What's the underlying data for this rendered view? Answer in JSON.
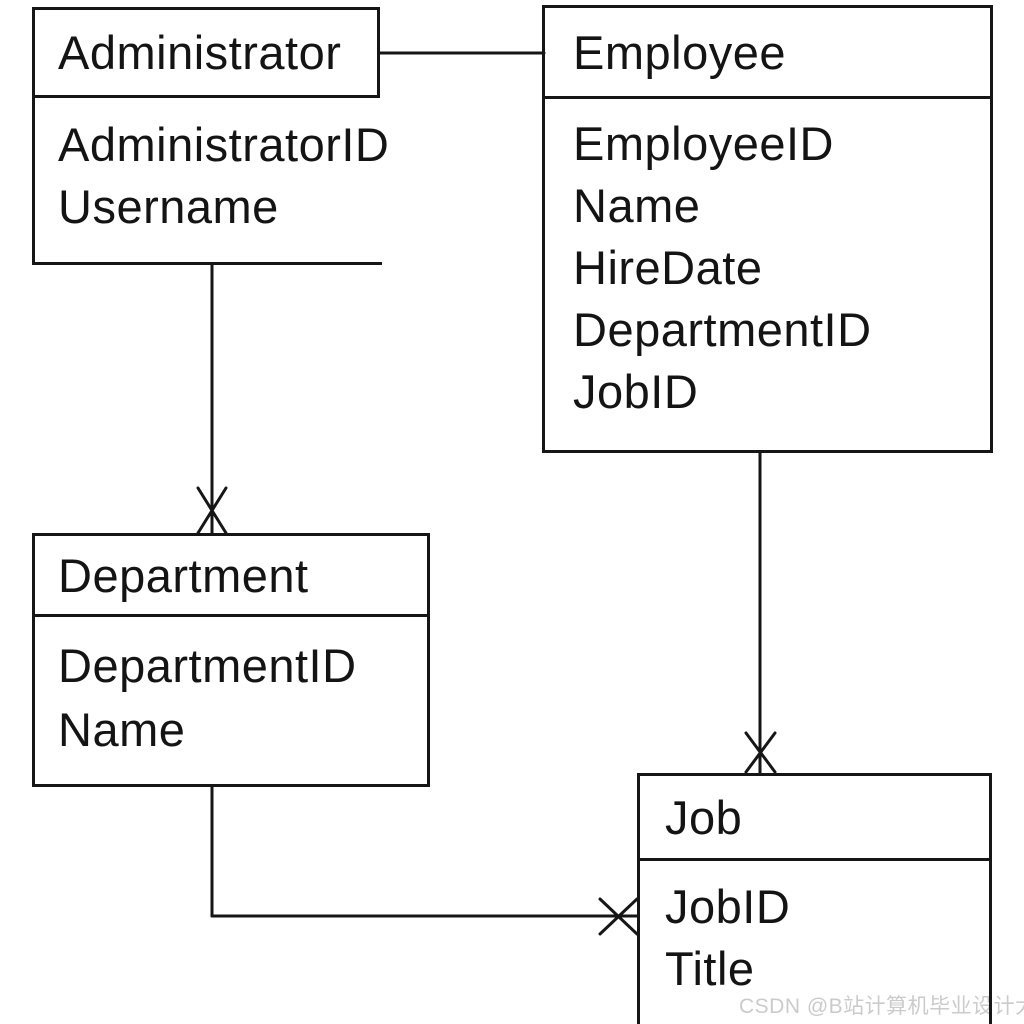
{
  "diagram_type": "entity-relationship",
  "entities": [
    {
      "id": "administrator",
      "title": "Administrator",
      "fields": [
        "AdministratorID",
        "Username"
      ]
    },
    {
      "id": "employee",
      "title": "Employee",
      "fields": [
        "EmployeeID",
        "Name",
        "HireDate",
        "DepartmentID",
        "JobID"
      ]
    },
    {
      "id": "department",
      "title": "Department",
      "fields": [
        "DepartmentID",
        "Name"
      ]
    },
    {
      "id": "job",
      "title": "Job",
      "fields": [
        "JobID",
        "Title"
      ]
    }
  ],
  "relationships": [
    {
      "from": "Administrator",
      "to": "Employee",
      "end_marker": "none"
    },
    {
      "from": "Administrator",
      "to": "Department",
      "end_marker": "x-at-department"
    },
    {
      "from": "Employee",
      "to": "Job",
      "end_marker": "x-at-job-top"
    },
    {
      "from": "Department",
      "to": "Job",
      "end_marker": "x-at-job-left"
    }
  ],
  "watermark": {
    "text": "CSDN @B站计算机毕业设计大学",
    "color": "#cbcbcb"
  },
  "colors": {
    "background": "#ffffff",
    "line": "#161616",
    "text": "#141414"
  }
}
